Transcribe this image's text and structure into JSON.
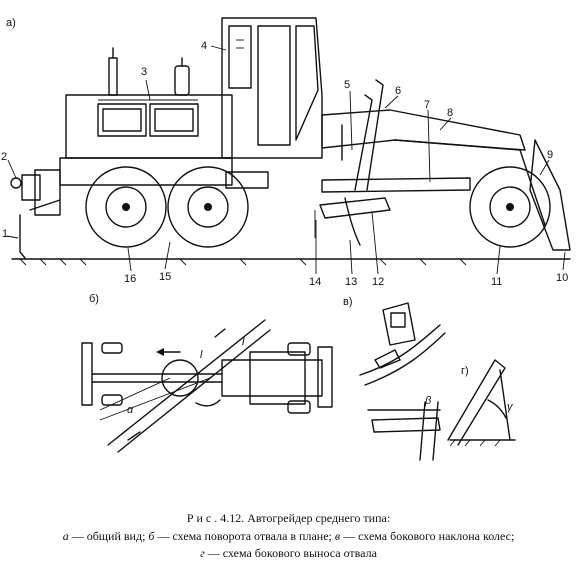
{
  "panels": {
    "a": "а)",
    "b": "б)",
    "v": "в)"
  },
  "callouts": [
    "1",
    "2",
    "3",
    "4",
    "5",
    "6",
    "7",
    "8",
    "9",
    "10",
    "11",
    "12",
    "13",
    "14",
    "15",
    "16"
  ],
  "diagram_b_labels": {
    "l1": "l",
    "l2": "l",
    "alpha": "α"
  },
  "diagram_v_labels": {
    "g": "г)",
    "beta": "β",
    "gamma": "γ"
  },
  "caption": {
    "line1_prefix": "Р и с .",
    "line1_number": "4.12.",
    "line1_title": "Автогрейдер среднего типа:",
    "line2_a": "а",
    "line2_a_text": " — общий вид; ",
    "line2_b": "б",
    "line2_b_text": " — схема поворота отвала в плане; ",
    "line2_v": "в",
    "line2_v_text": " — схема бокового наклона колес;",
    "line3_g": "г",
    "line3_g_text": " — схема бокового выноса отвала"
  }
}
